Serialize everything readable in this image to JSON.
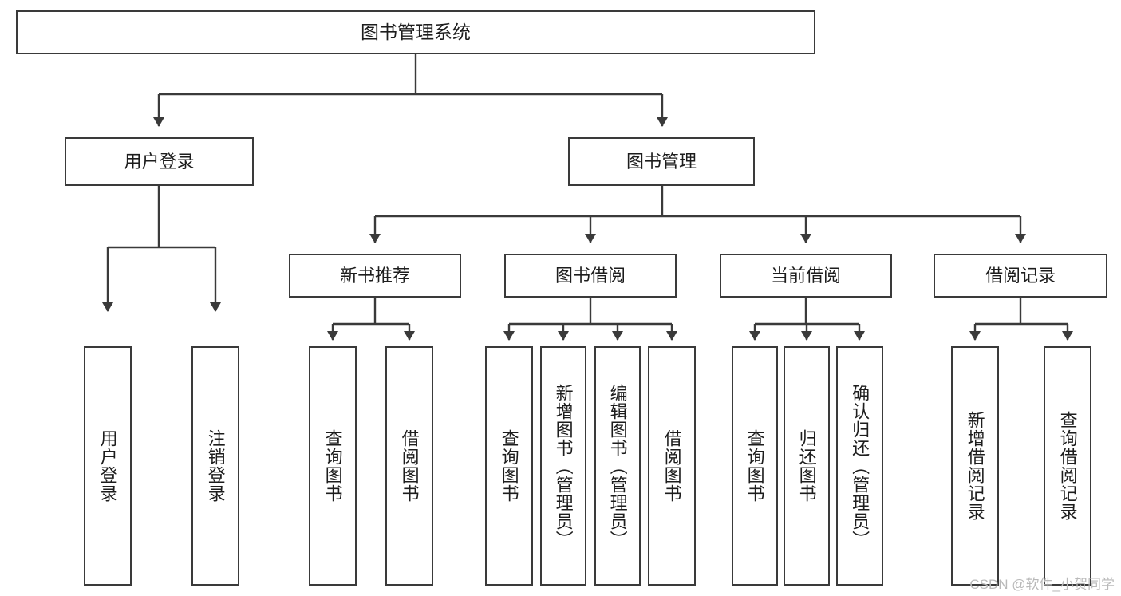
{
  "diagram": {
    "type": "tree-hierarchy",
    "title": "图书管理系统",
    "watermark": "CSDN @软件_小贺同学",
    "colors": {
      "background": "#ffffff",
      "node_fill": "#ffffff",
      "node_stroke": "#3a3a3a",
      "edge_stroke": "#3a3a3a",
      "text": "#1d1d1d",
      "watermark": "#b9b9b9"
    },
    "nodes": {
      "root": {
        "label": "图书管理系统"
      },
      "level2": [
        {
          "id": "user-login",
          "label": "用户登录"
        },
        {
          "id": "book-manage",
          "label": "图书管理"
        }
      ],
      "level3": [
        {
          "id": "new-book-recommend",
          "label": "新书推荐"
        },
        {
          "id": "book-borrow",
          "label": "图书借阅"
        },
        {
          "id": "current-borrow",
          "label": "当前借阅"
        },
        {
          "id": "borrow-record",
          "label": "借阅记录"
        }
      ],
      "leaves": {
        "user_login": [
          {
            "id": "leaf-user-login",
            "label": "用户登录"
          },
          {
            "id": "leaf-logout-login",
            "label": "注销登录"
          }
        ],
        "new_book_recommend": [
          {
            "id": "leaf-query-book-1",
            "label": "查询图书"
          },
          {
            "id": "leaf-borrow-book-1",
            "label": "借阅图书"
          }
        ],
        "book_borrow": [
          {
            "id": "leaf-query-book-2",
            "label": "查询图书"
          },
          {
            "id": "leaf-add-book",
            "label": "新增图书（管理员）"
          },
          {
            "id": "leaf-edit-book",
            "label": "编辑图书（管理员）"
          },
          {
            "id": "leaf-borrow-book-2",
            "label": "借阅图书"
          }
        ],
        "current_borrow": [
          {
            "id": "leaf-query-book-3",
            "label": "查询图书"
          },
          {
            "id": "leaf-return-book",
            "label": "归还图书"
          },
          {
            "id": "leaf-confirm-return",
            "label": "确认归还（管理员）"
          }
        ],
        "borrow_record": [
          {
            "id": "leaf-add-record",
            "label": "新增借阅记录"
          },
          {
            "id": "leaf-query-record",
            "label": "查询借阅记录"
          }
        ]
      }
    }
  }
}
